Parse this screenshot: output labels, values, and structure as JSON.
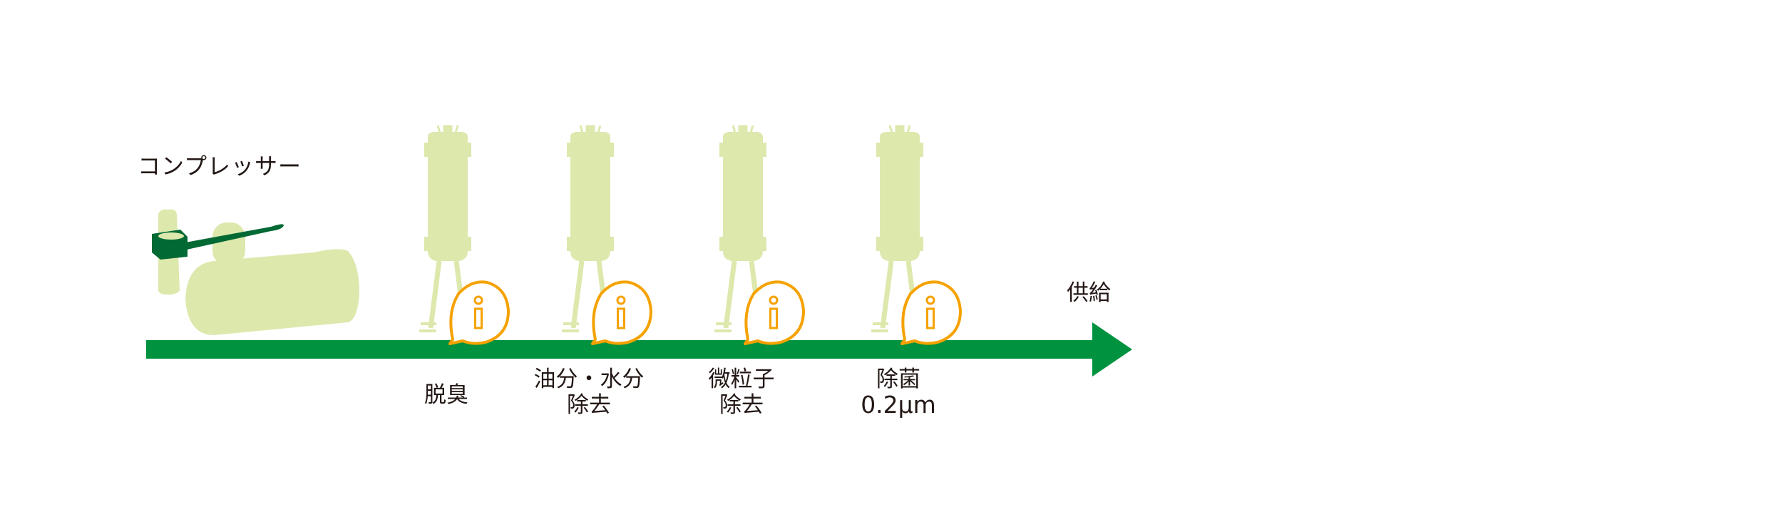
{
  "compressor": {
    "label": "コンプレッサー"
  },
  "supply_label": "供給",
  "stages": [
    {
      "line1": "脱臭",
      "line2": ""
    },
    {
      "line1": "油分・水分",
      "line2": "除去"
    },
    {
      "line1": "微粒子",
      "line2": "除去"
    },
    {
      "line1": "除菌",
      "line2": "0.2μm"
    }
  ],
  "colors": {
    "flow_arrow": "#00923f",
    "equipment": "#dde8ad",
    "compressor_head": "#006934",
    "info": "#f5a200",
    "text": "#231815"
  }
}
